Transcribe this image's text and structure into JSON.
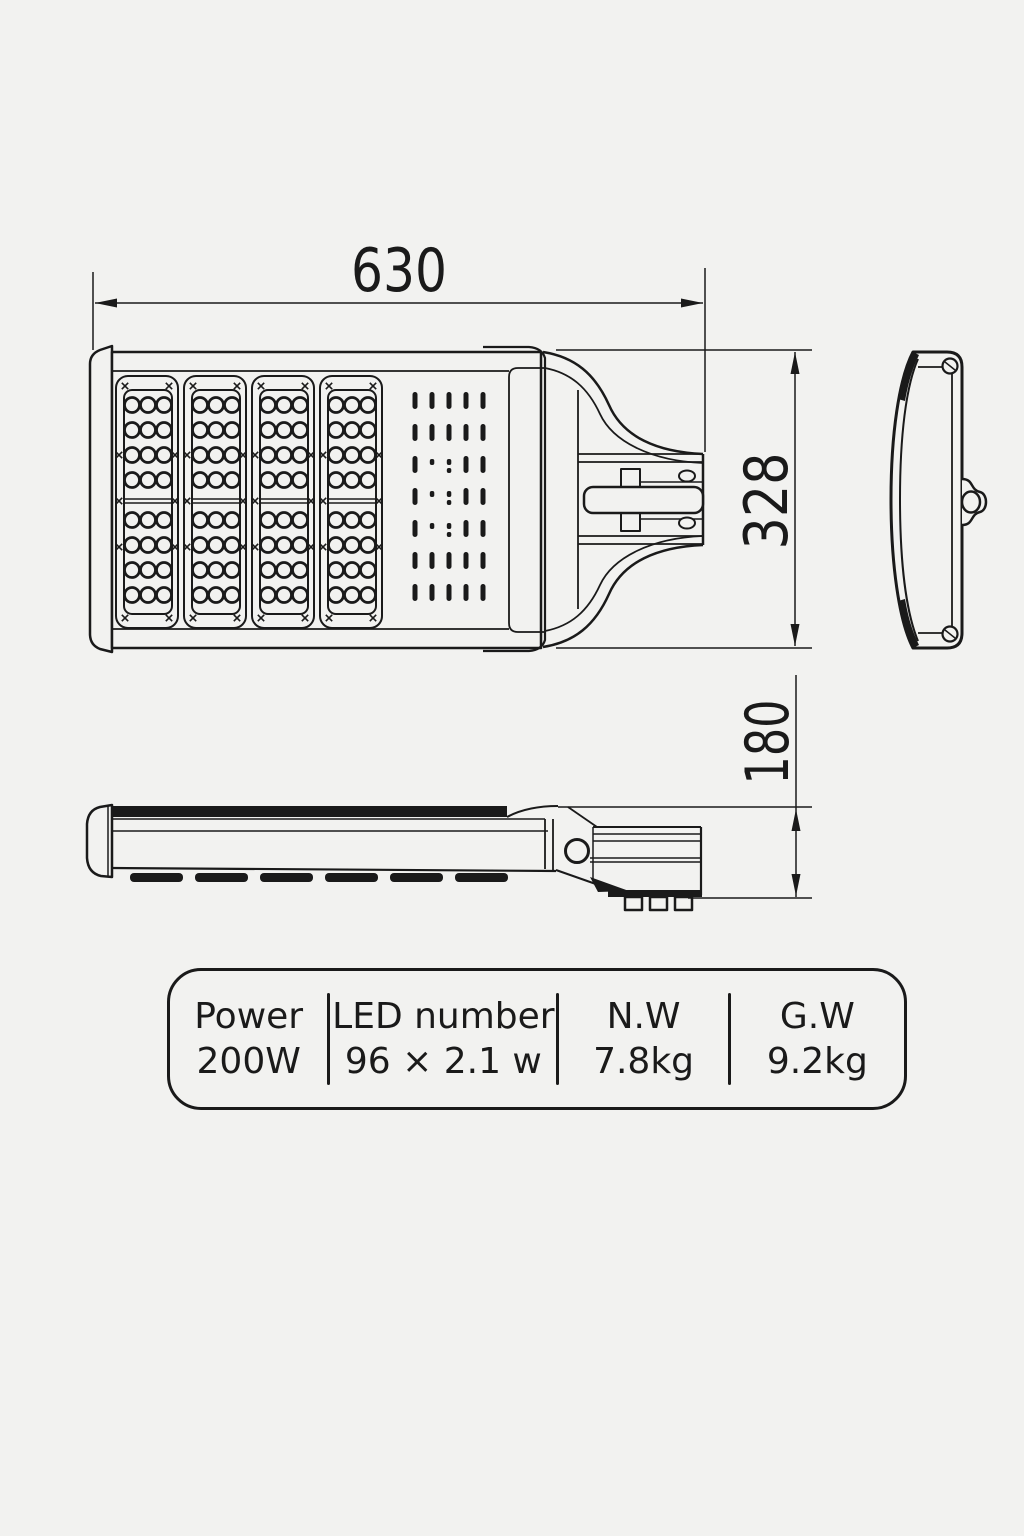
{
  "colors": {
    "background": "#f2f2f0",
    "line": "#1a1a1a"
  },
  "drawing": {
    "dimensions": {
      "overall_length_mm": "630",
      "body_width_mm": "328",
      "height_mm": "180"
    }
  },
  "spec_table": {
    "columns": [
      {
        "label": "Power",
        "value": "200W"
      },
      {
        "label": "LED number",
        "value": "96 × 2.1 w"
      },
      {
        "label": "N.W",
        "value": "7.8kg"
      },
      {
        "label": "G.W",
        "value": "9.2kg"
      }
    ]
  }
}
